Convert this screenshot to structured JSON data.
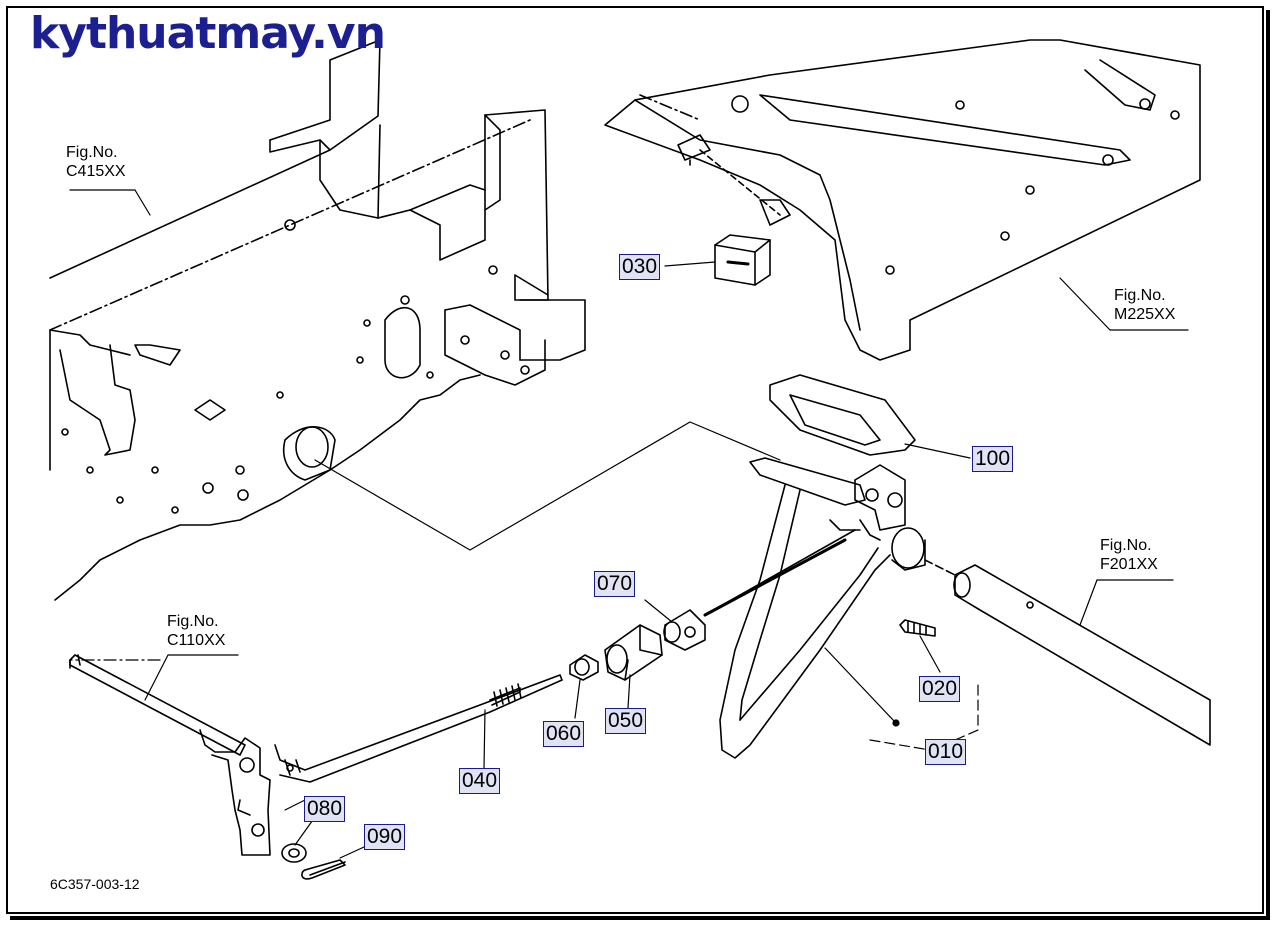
{
  "brand": {
    "text": "kythuatmay.vn",
    "color": "#1b1f8f"
  },
  "figure_refs": [
    {
      "label": "Fig.No.",
      "code": "C415XX"
    },
    {
      "label": "Fig.No.",
      "code": "M225XX"
    },
    {
      "label": "Fig.No.",
      "code": "F201XX"
    },
    {
      "label": "Fig.No.",
      "code": "C110XX"
    }
  ],
  "parts": [
    {
      "id": "030"
    },
    {
      "id": "100"
    },
    {
      "id": "070"
    },
    {
      "id": "020"
    },
    {
      "id": "060"
    },
    {
      "id": "050"
    },
    {
      "id": "010"
    },
    {
      "id": "040"
    },
    {
      "id": "080"
    },
    {
      "id": "090"
    }
  ],
  "document_id": "6C357-003-12",
  "colors": {
    "label_box_fill": "#dfe3f3",
    "label_box_border": "#1a1a8c",
    "line": "#000000"
  }
}
